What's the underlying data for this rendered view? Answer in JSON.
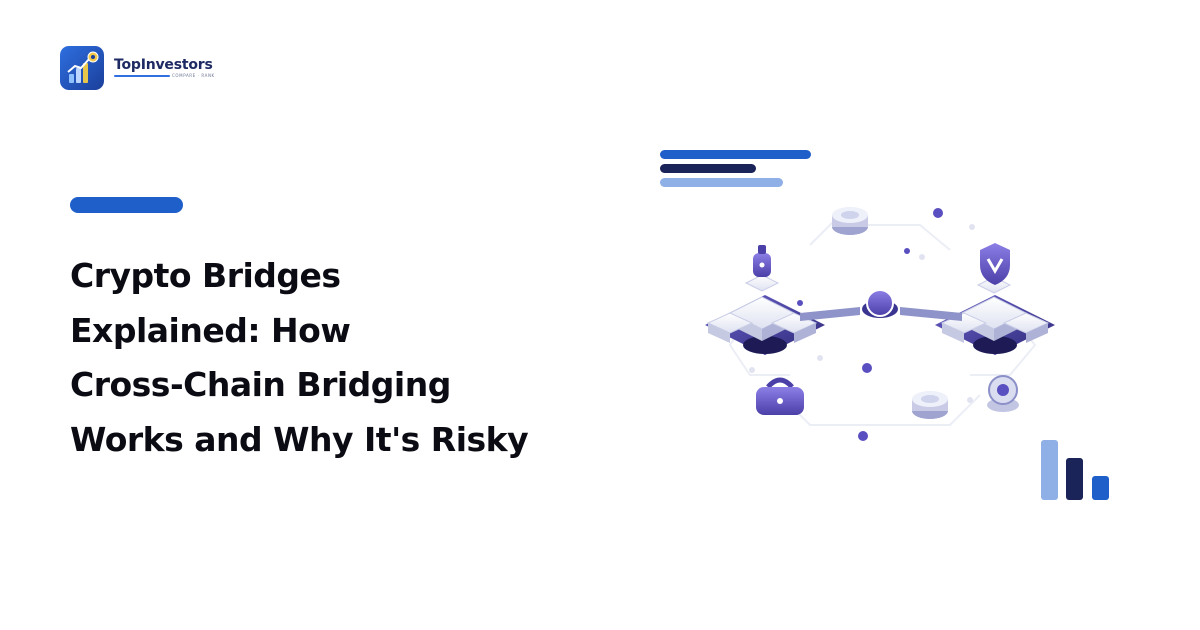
{
  "brand": {
    "name": "TopInvestors",
    "tagline": "COMPARE · RANK"
  },
  "article": {
    "title_lines": [
      "Crypto Bridges",
      "Explained: How",
      "Cross-Chain Bridging",
      "Works and Why It's Risky"
    ]
  },
  "icons": {
    "logo": "bar-chart-coin-icon",
    "illustration": "blockchain-bridge-illustration",
    "chart": "bar-chart-icon"
  },
  "colors": {
    "primary_blue": "#1f5fca",
    "navy": "#1b2458",
    "light_blue": "#8fb0e6",
    "violet": "#6a5acd",
    "text": "#0b0b14"
  }
}
